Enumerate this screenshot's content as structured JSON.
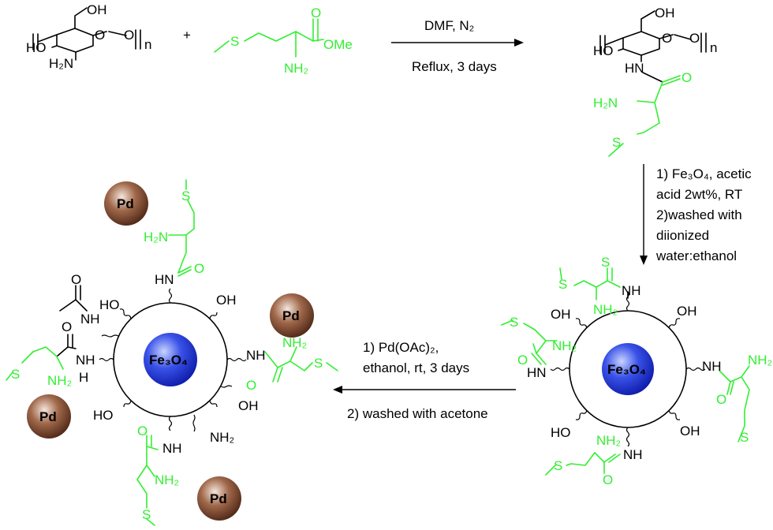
{
  "chitosan": {
    "oh_top": "OH",
    "ho": "HO",
    "h2n": "H₂N",
    "ring_o": "O",
    "link_o": "O",
    "n": "n"
  },
  "plus": "+",
  "methionine_ester": {
    "s": "S",
    "carbonyl_o": "O",
    "ome": "OMe",
    "nh2": "NH₂"
  },
  "step1": {
    "line1": "DMF, N₂",
    "line2": "Reflux, 3 days"
  },
  "product1": {
    "oh_top": "OH",
    "ho": "HO",
    "ring_o": "O",
    "link_o": "O",
    "n": "n",
    "hn": "HN",
    "o": "O",
    "h2n": "H₂N",
    "s": "S"
  },
  "step2": {
    "line1": "1) Fe₃O₄, acetic",
    "line2": "acid 2wt%, RT",
    "line3": "2)washed with",
    "line4": "diionized",
    "line5": "water:ethanol"
  },
  "step3": {
    "line1": "1) Pd(OAc)₂,",
    "line2": "ethanol, rt, 3 days",
    "line3": "2) washed with acetone"
  },
  "core_label": "Fe₃O₄",
  "pd_label": "Pd",
  "np_right": {
    "s_top": "S",
    "nh_top": "NH",
    "nh2_top": "NH₂",
    "oh_ul": "OH",
    "oh_ur": "OH",
    "s_left": "S",
    "nh2_left": "NH₂",
    "o_left": "O",
    "hn_left": "HN",
    "nh_right": "NH",
    "nh2_right": "NH₂",
    "o_right": "O",
    "s_right": "S",
    "oh_ll": "HO",
    "oh_lr": "OH",
    "nh2_bot": "NH₂",
    "nh_bot": "NH",
    "o_bot": "O",
    "s_bot": "S"
  },
  "np_left": {
    "s_top": "S",
    "h2n_top": "H₂N",
    "hn_top": "HN",
    "o_top": "O",
    "ho_ul": "HO",
    "oh_ur": "OH",
    "acetyl_o": "O",
    "nh_acetyl": "NH",
    "o_left": "O",
    "nh_left": "NH",
    "h_left": "H",
    "nh2_left": "NH₂",
    "s_left": "S",
    "nh_right": "NH",
    "nh2_right": "NH₂",
    "s_right": "S",
    "o_right": "O",
    "oh_right": "OH",
    "ho_ll": "HO",
    "nh2_lr": "NH₂",
    "nh_bot": "NH",
    "o_bot": "O",
    "nh2_bot": "NH₂",
    "s_bot": "S"
  },
  "colors": {
    "ligand": "#33ee33",
    "core": "#3344dd",
    "pd": "#7a4a33"
  }
}
